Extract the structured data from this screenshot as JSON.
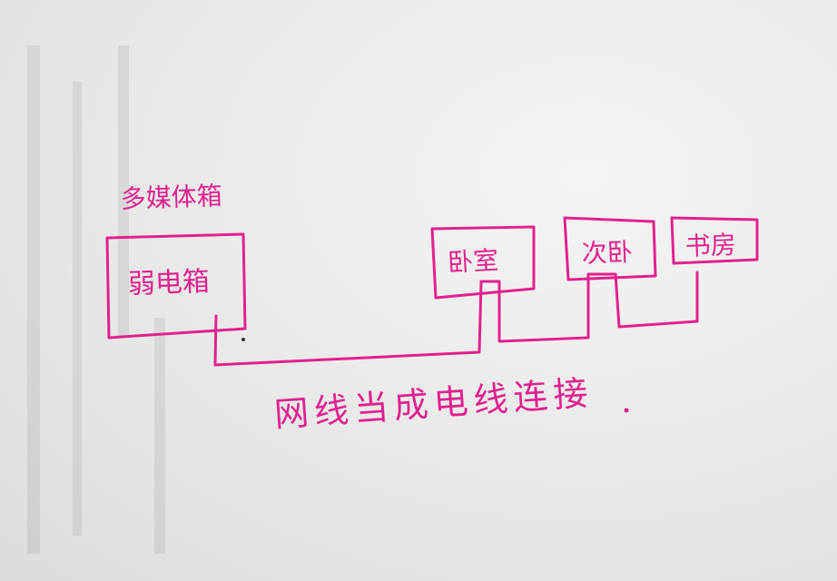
{
  "diagram": {
    "caption_top": "多媒体箱",
    "nodes": {
      "main": "弱电箱",
      "room1": "卧室",
      "room2": "次卧",
      "room3": "书房"
    },
    "note": "网线当成电线连接"
  },
  "colors": {
    "ink": "#e0218f",
    "paper": "#eeefed"
  }
}
